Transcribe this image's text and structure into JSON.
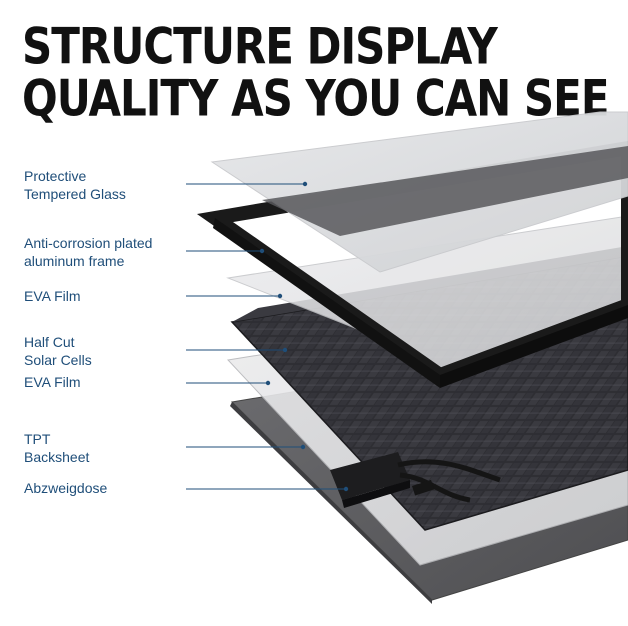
{
  "title": {
    "line1": "STRUCTURE DISPLAY",
    "line2": "QUALITY AS YOU CAN SEE"
  },
  "layers": [
    {
      "id": "glass",
      "lines": [
        "Protective",
        "Tempered Glass"
      ]
    },
    {
      "id": "frame",
      "lines": [
        "Anti-corrosion plated",
        "aluminum frame"
      ]
    },
    {
      "id": "eva-top",
      "lines": [
        "EVA Film"
      ]
    },
    {
      "id": "cells",
      "lines": [
        "Half Cut",
        "Solar Cells"
      ]
    },
    {
      "id": "eva-bottom",
      "lines": [
        "EVA Film"
      ]
    },
    {
      "id": "backsheet",
      "lines": [
        "TPT",
        "Backsheet"
      ]
    },
    {
      "id": "junction-box",
      "lines": [
        "Abzweigdose"
      ]
    }
  ],
  "colors": {
    "label_text": "#1f4e79",
    "leader_line": "#1f4e79",
    "title_text": "#111111",
    "frame": "#1a1a1a",
    "cells": "#2b2b2f",
    "backsheet": "#5f5f62"
  }
}
